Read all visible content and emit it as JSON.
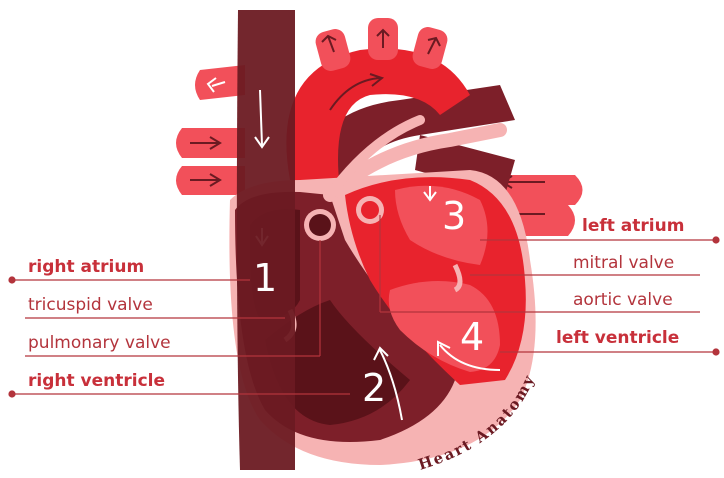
{
  "labels": {
    "right_atrium": "right atrium",
    "tricuspid_valve": "tricuspid valve",
    "pulmonary_valve": "pulmonary valve",
    "right_ventricle": "right ventricle",
    "left_atrium": "left atrium",
    "mitral_valve": "mitral valve",
    "aortic_valve": "aortic valve",
    "left_ventricle": "left ventricle"
  },
  "chamber_numbers": {
    "one": "1",
    "two": "2",
    "three": "3",
    "four": "4"
  },
  "watermark": "Heart Anatomy",
  "colors": {
    "dark_maroon": "#6b1a22",
    "maroon": "#7d1f29",
    "red": "#e8232d",
    "light_red": "#f2505a",
    "pink": "#f6b3b3",
    "label_red": "#c8303a"
  }
}
